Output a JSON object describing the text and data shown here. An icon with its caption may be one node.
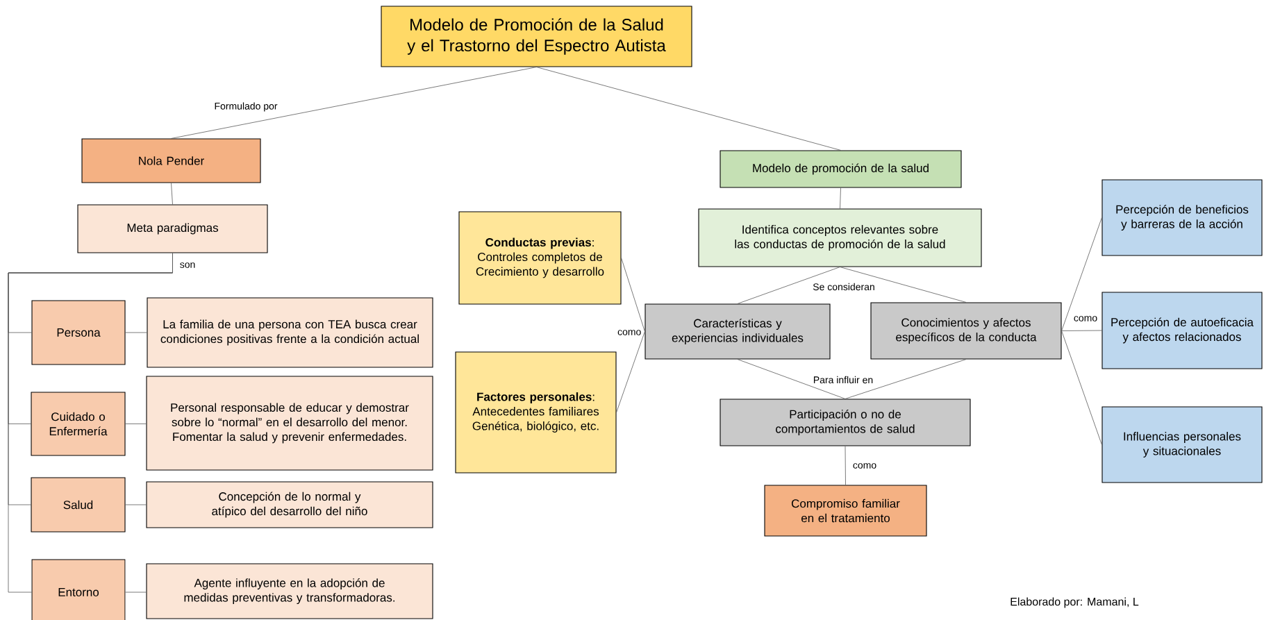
{
  "diagram": {
    "nodes": [
      {
        "text": [
          "Modelo de Promoción de la Salud y el Trastorno del Espectro Autista"
        ]
      },
      {
        "text": [
          "Nola Pender"
        ]
      },
      {
        "text": [
          "Meta paradigmas"
        ]
      },
      {
        "text": [
          "Persona"
        ]
      },
      {
        "text": [
          "La familia de una persona con TEA busca crear condiciones positivas frente a la condición actual"
        ]
      },
      {
        "text": [
          "Cuidado o Enfermería"
        ]
      },
      {
        "text": [
          "Personal responsable de educar y demostrar sobre lo “normal” en el desarrollo del menor. Fomentar la salud y prevenir enfermedades."
        ]
      },
      {
        "text": [
          "Salud"
        ]
      },
      {
        "text": [
          "Concepción de lo normal y atípico del desarrollo del niño"
        ]
      },
      {
        "text": [
          "Entorno"
        ]
      },
      {
        "text": [
          "Agente influyente en la adopción de medidas preventivas y transformadoras."
        ]
      },
      {
        "text": [
          "Modelo de promoción de la salud"
        ]
      },
      {
        "text": [
          "Identifica conceptos relevantes sobre las conductas de promoción de la salud"
        ]
      },
      {
        "text": [
          "**Conductas previas**: Controles completos de Crecimiento y desarrollo"
        ]
      },
      {
        "text": [
          "**Factores personales**: Antecedentes familiares Genética, biológico, etc."
        ]
      },
      {
        "text": [
          "Características y experiencias individuales"
        ]
      },
      {
        "text": [
          "Conocimientos y afectos específicos de la conducta"
        ]
      },
      {
        "text": [
          "Participación o no de comportamientos de salud"
        ]
      },
      {
        "text": [
          "Compromiso familiar en el tratamiento"
        ]
      },
      {
        "text": [
          "Percepción de beneficios y barreras de la acción"
        ]
      },
      {
        "text": [
          "Percepción de autoeficacia y afectos relacionados"
        ]
      },
      {
        "text": [
          "Influencias personales y situacionales"
        ]
      }
    ],
    "edges": [
      {
        "from": 0,
        "to": 1,
        "arrow": "none",
        "label": "Formulado por"
      },
      {
        "from": 0,
        "to": 11,
        "arrow": "none"
      },
      {
        "from": 1,
        "to": 2,
        "arrow": "none"
      },
      {
        "from": 2,
        "to": 3,
        "arrow": "none",
        "label": "son"
      },
      {
        "from": 2,
        "to": 5,
        "arrow": "none"
      },
      {
        "from": 2,
        "to": 7,
        "arrow": "none"
      },
      {
        "from": 2,
        "to": 9,
        "arrow": "none"
      },
      {
        "from": 3,
        "to": 4,
        "arrow": "none"
      },
      {
        "from": 5,
        "to": 6,
        "arrow": "none"
      },
      {
        "from": 7,
        "to": 8,
        "arrow": "none"
      },
      {
        "from": 9,
        "to": 10,
        "arrow": "none"
      },
      {
        "from": 11,
        "to": 12,
        "arrow": "none"
      },
      {
        "from": 12,
        "to": 15,
        "arrow": "none",
        "label": "Se consideran"
      },
      {
        "from": 12,
        "to": 16,
        "arrow": "none"
      },
      {
        "from": 13,
        "to": 15,
        "arrow": "none",
        "label": "como"
      },
      {
        "from": 14,
        "to": 15,
        "arrow": "none"
      },
      {
        "from": 15,
        "to": 17,
        "arrow": "none",
        "label": "Para influir en"
      },
      {
        "from": 16,
        "to": 17,
        "arrow": "none"
      },
      {
        "from": 17,
        "to": 18,
        "arrow": "none",
        "label": "como"
      },
      {
        "from": 16,
        "to": 19,
        "arrow": "none"
      },
      {
        "from": 16,
        "to": 20,
        "arrow": "none",
        "label": "como"
      },
      {
        "from": 16,
        "to": 21,
        "arrow": "none"
      }
    ],
    "labels": [
      "Elaborado por: Mamani, L"
    ]
  }
}
